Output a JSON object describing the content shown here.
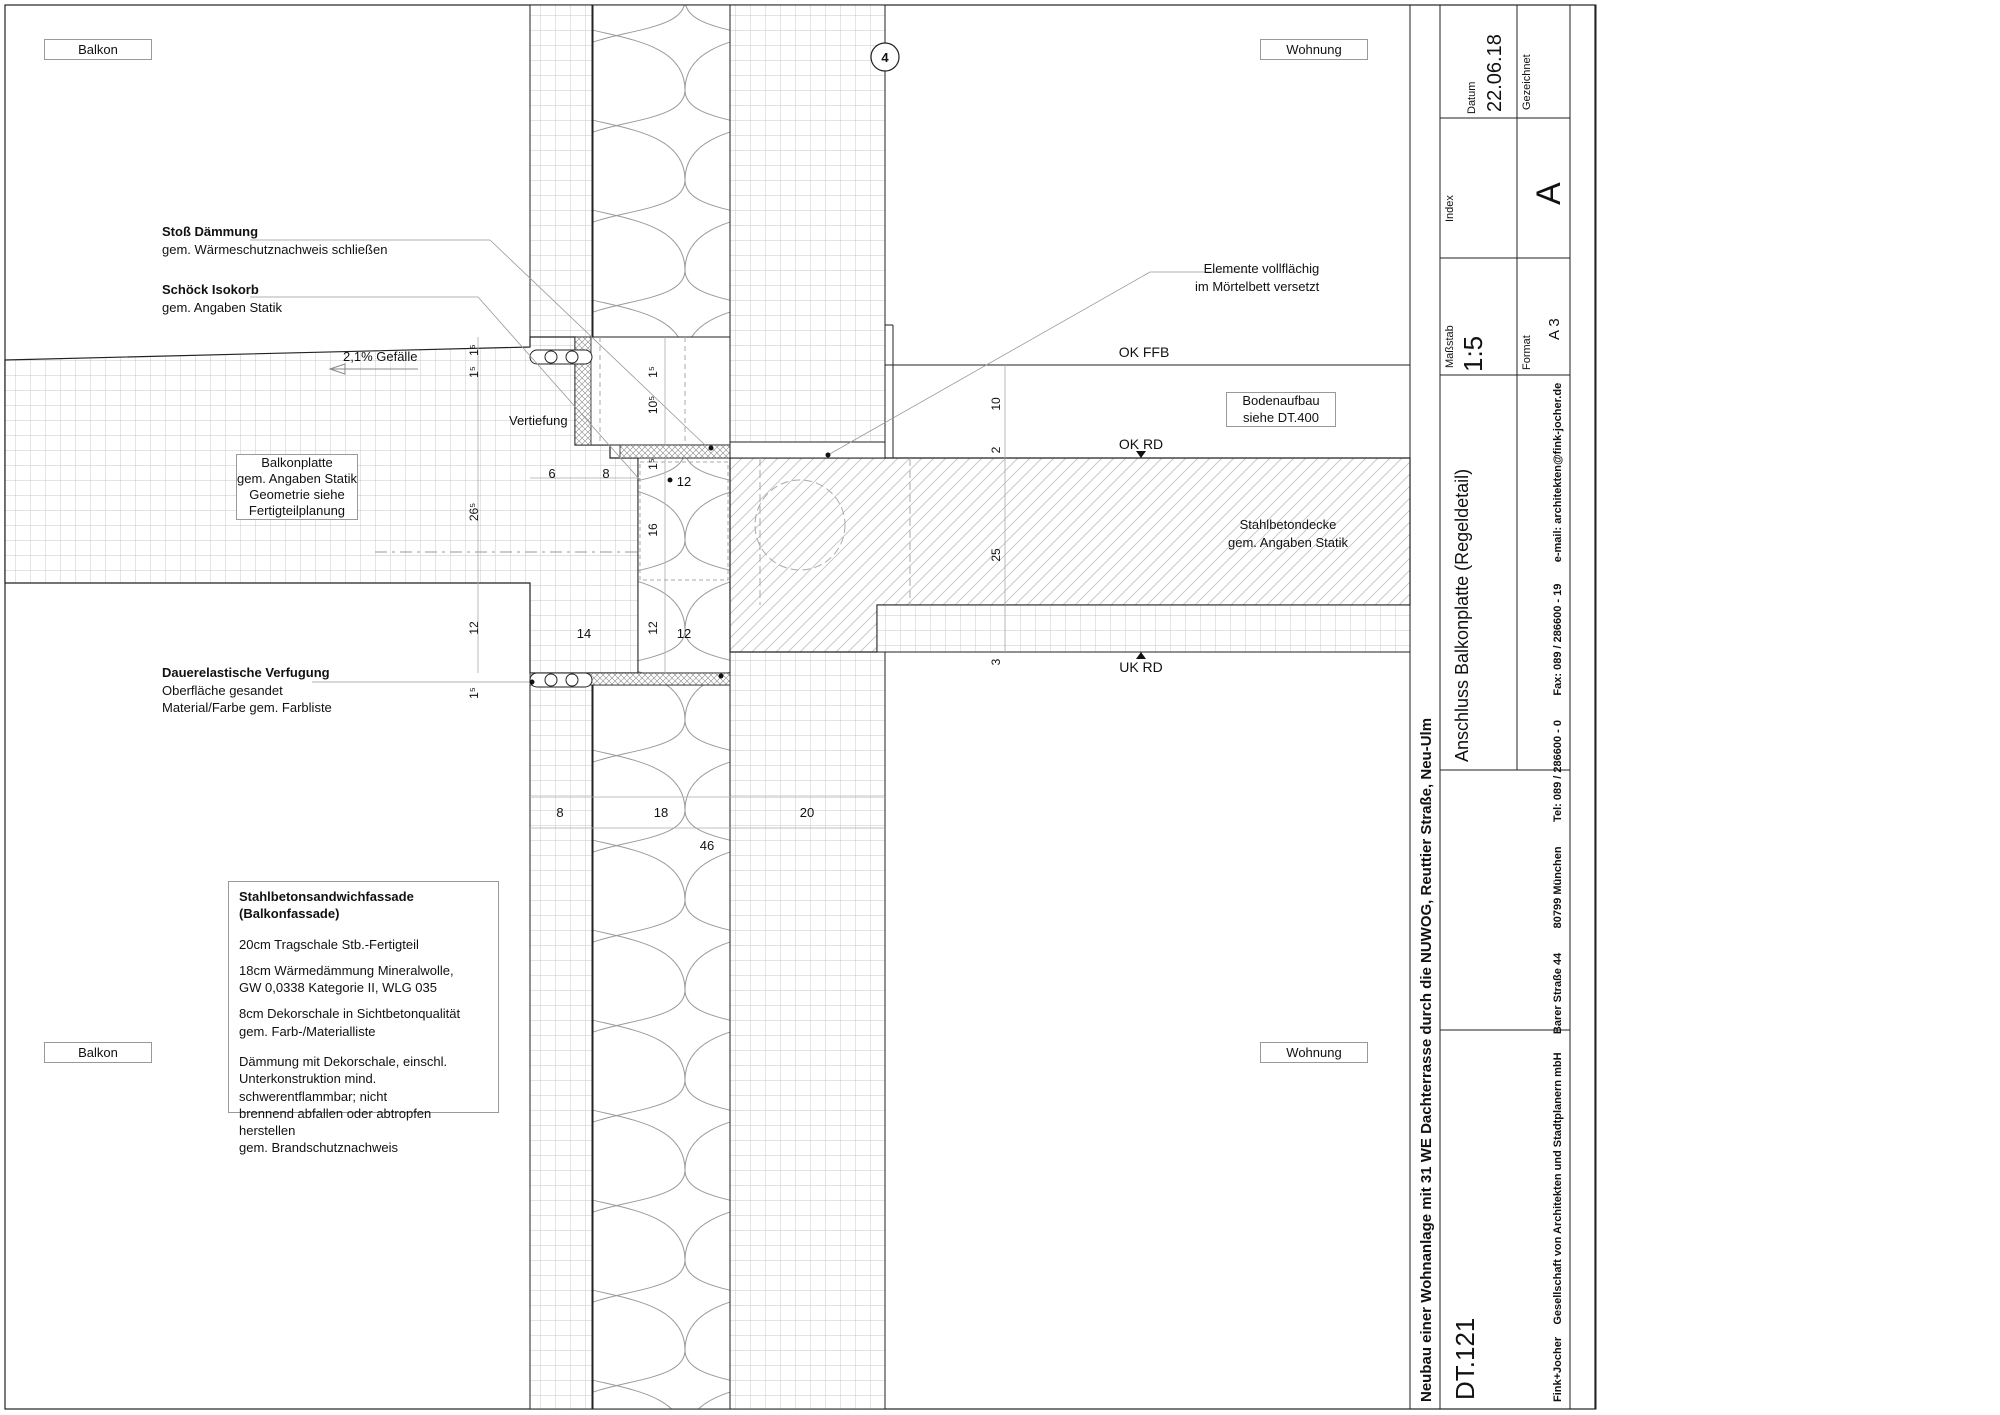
{
  "rooms": {
    "balkon_top": "Balkon",
    "balkon_bottom": "Balkon",
    "wohnung_top": "Wohnung",
    "wohnung_bottom": "Wohnung"
  },
  "axis_marker": "4",
  "callouts": {
    "stoss_title": "Stoß Dämmung",
    "stoss_text": "gem. Wärmeschutznachweis schließen",
    "isokorb_title": "Schöck Isokorb",
    "isokorb_text": "gem. Angaben Statik",
    "verfugung_title": "Dauerelastische Verfugung",
    "verfugung_line1": "Oberfläche gesandet",
    "verfugung_line2": "Material/Farbe gem. Farbliste",
    "elemente_line1": "Elemente vollflächig",
    "elemente_line2": "im Mörtelbett versetzt",
    "gefaelle": "2,1% Gefälle",
    "vertiefung": "Vertiefung"
  },
  "boxes": {
    "balkonplatte": "Balkonplatte\ngem. Angaben Statik\nGeometrie siehe\nFertigteilplanung",
    "bodenaufbau": "Bodenaufbau\nsiehe DT.400",
    "stahlbetondecke_line1": "Stahlbetondecke",
    "stahlbetondecke_line2": "gem. Angaben Statik"
  },
  "levels": {
    "ok_ffb": "OK FFB",
    "ok_rd": "OK RD",
    "uk_rd": "UK RD"
  },
  "dims": {
    "d_15a": "1⁵",
    "d_15b": "1⁵",
    "d_15c": "1⁵",
    "d_15d": "1⁵",
    "d_105": "10⁵",
    "d_265": "26⁵",
    "d_6": "6",
    "d_8a": "8",
    "d_12a": "12",
    "d_16": "16",
    "d_12b": "12",
    "d_14": "14",
    "d_12c": "12",
    "d_12d": "12",
    "d_10": "10",
    "d_2": "2",
    "d_25": "25",
    "d_3": "3",
    "d_8b": "8",
    "d_18": "18",
    "d_20": "20",
    "d_46": "46"
  },
  "legend": {
    "title": "Stahlbetonsandwichfassade (Balkonfassade)",
    "items": [
      "20cm Tragschale Stb.-Fertigteil",
      "18cm  Wärmedämmung Mineralwolle,\nGW 0,0338 Kategorie II, WLG 035",
      "8cm Dekorschale in Sichtbetonqualität\ngem. Farb-/Materialliste",
      "Dämmung mit Dekorschale, einschl.\nUnterkonstruktion mind. schwerentflammbar; nicht\nbrennend abfallen oder abtropfen herstellen\ngem. Brandschutznachweis"
    ]
  },
  "titleblock": {
    "project": "Neubau einer Wohnanlage mit 31 WE Dachterrasse durch die NUWOG, Reuttier Straße, Neu-Ulm",
    "drawing_title": "Anschluss Balkonplatte (Regeldetail)",
    "drawing_no": "DT.121",
    "massstab_label": "Maßstab",
    "massstab_value": "1:5",
    "format_label": "Format",
    "format_value": "A 3",
    "index_label": "Index",
    "index_value": "A",
    "datum_label": "Datum",
    "datum_value": "22.06.18",
    "gezeichnet_label": "Gezeichnet",
    "gezeichnet_value": "",
    "company_name": "Fink+Jocher",
    "company_desc": "Gesellschaft von Architekten und Stadtplanern mbH",
    "street": "Barer Straße 44",
    "city": "80799 München",
    "tel": "Tel: 089 / 286600 - 0",
    "fax": "Fax:  089 / 286600 - 19",
    "email": "e-mail: architekten@fink-jocher.de"
  }
}
